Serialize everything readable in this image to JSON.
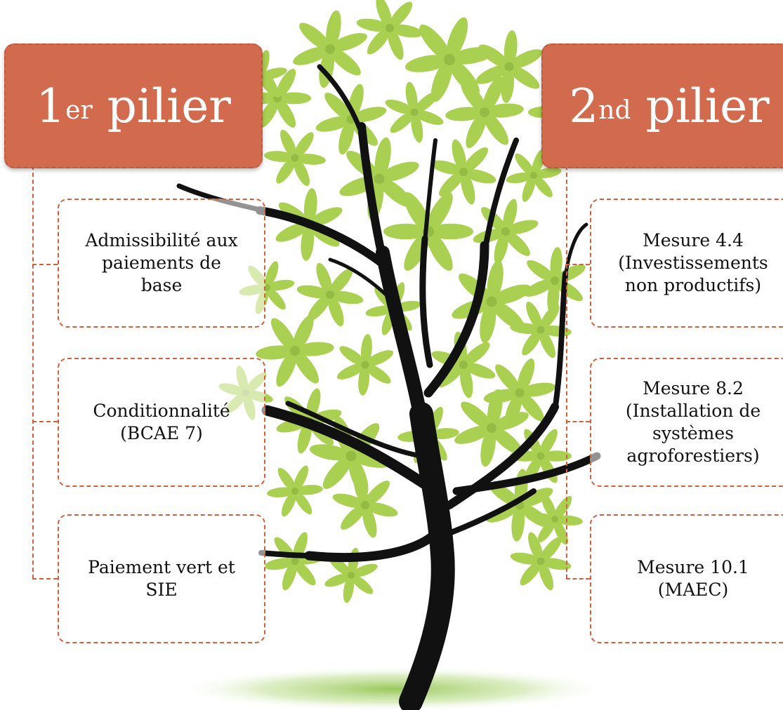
{
  "colors": {
    "pillar_fill": "#d26a4e",
    "box_border": "#d2603f",
    "leaf": "#9fca3a",
    "trunk": "#111111"
  },
  "pillars": [
    {
      "number": "1",
      "suffix": "er",
      "word": "pilier",
      "items": [
        [
          "Admissibilité aux",
          "paiements de",
          "base"
        ],
        [
          "Conditionnalité",
          "(BCAE 7)"
        ],
        [
          "Paiement vert et",
          "SIE"
        ]
      ]
    },
    {
      "number": "2",
      "suffix": "nd",
      "word": "pilier",
      "items": [
        [
          "Mesure 4.4",
          "(Investissements",
          "non productifs)"
        ],
        [
          "Mesure 8.2",
          "(Installation de",
          "systèmes",
          "agroforestiers)"
        ],
        [
          "Mesure 10.1",
          "(MAEC)"
        ]
      ]
    }
  ]
}
